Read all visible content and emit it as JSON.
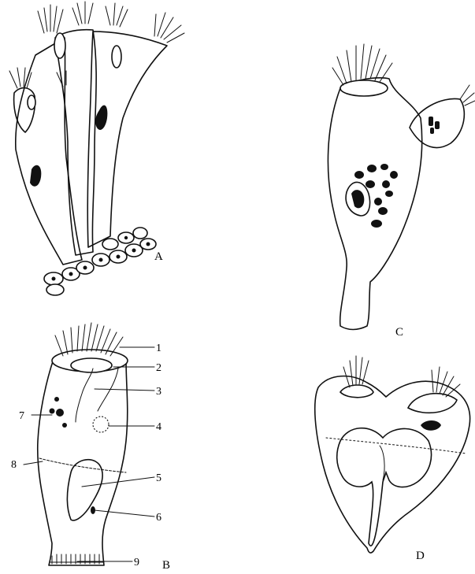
{
  "panels": {
    "A": {
      "label": "A"
    },
    "B": {
      "label": "B"
    },
    "C": {
      "label": "C"
    },
    "D": {
      "label": "D"
    }
  },
  "callouts": [
    "1",
    "2",
    "3",
    "4",
    "5",
    "6",
    "7",
    "8",
    "9"
  ],
  "colors": {
    "ink": "#111111",
    "background": "#ffffff"
  }
}
